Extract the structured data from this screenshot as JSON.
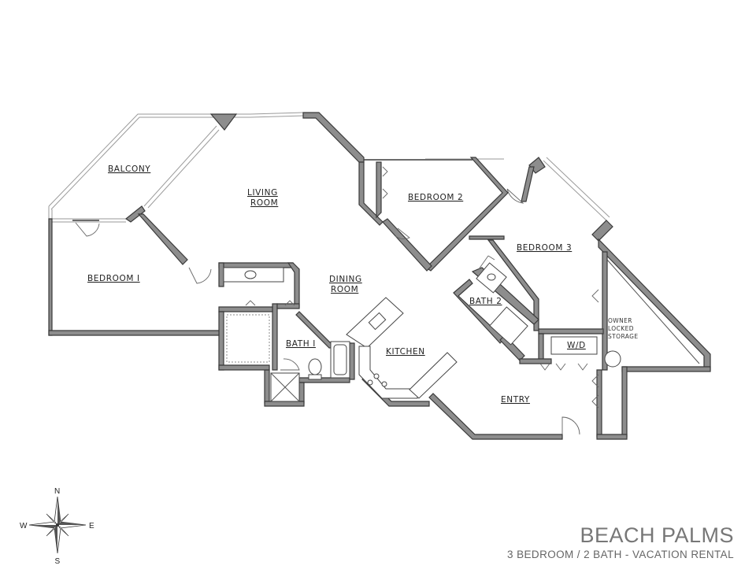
{
  "rooms": {
    "balcony": "BALCONY",
    "living_line1": "LIVING",
    "living_line2": "ROOM",
    "bedroom2": "BEDROOM 2",
    "bedroom3": "BEDROOM 3",
    "bedroom1": "BEDROOM I",
    "dining_line1": "DINING",
    "dining_line2": "ROOM",
    "bath2": "BATH 2",
    "bath1": "BATH I",
    "kitchen": "KITCHEN",
    "wd": "W/D",
    "entry": "ENTRY",
    "storage_line1": "OWNER",
    "storage_line2": "LOCKED",
    "storage_line3": "STORAGE"
  },
  "compass": {
    "north": "N",
    "south": "S",
    "east": "E",
    "west": "W",
    "icon": "compass-rose-icon"
  },
  "title_block": {
    "title": "BEACH PALMS",
    "subtitle": "3 BEDROOM / 2 BATH - VACATION RENTAL"
  },
  "colors": {
    "wall_fill": "#8d8d8d",
    "wall_stroke": "#3a3a3a",
    "title_text": "#777777"
  }
}
